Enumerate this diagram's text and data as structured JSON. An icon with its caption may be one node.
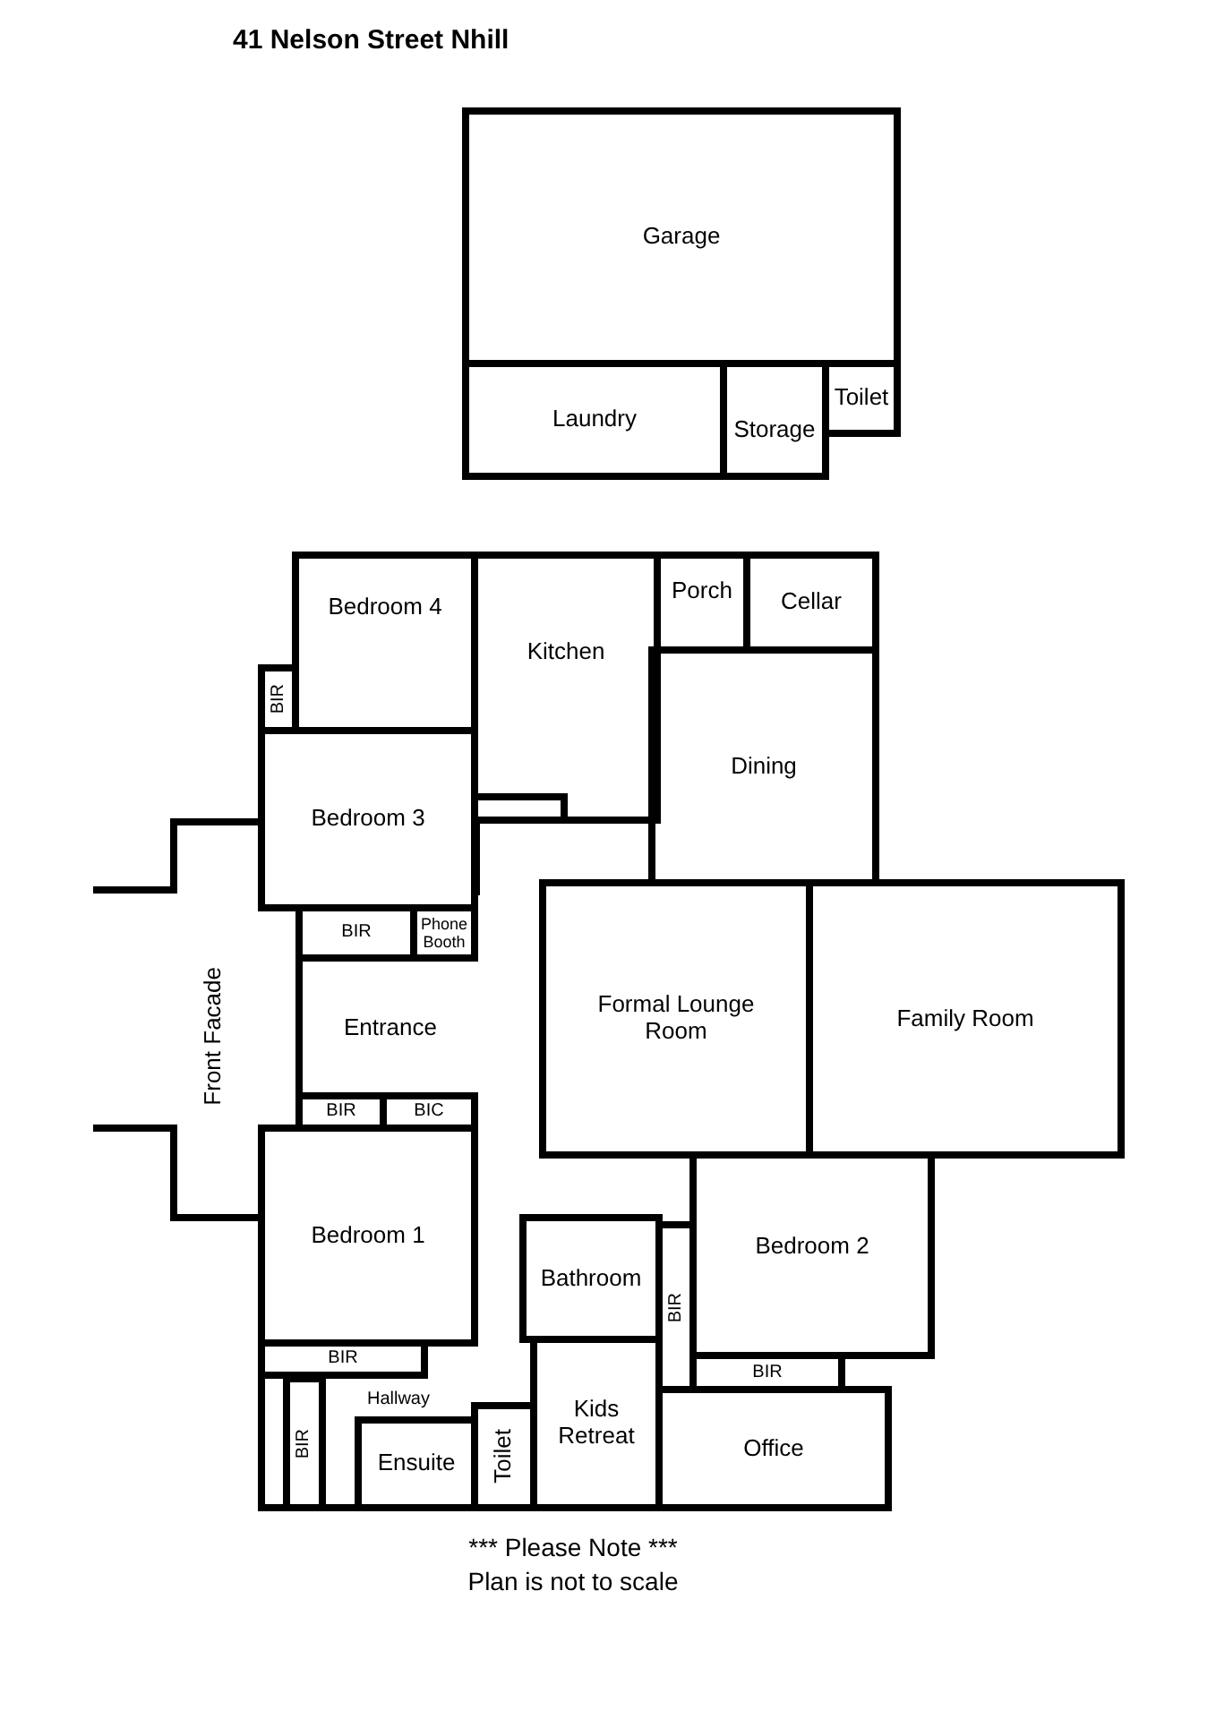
{
  "diagram": {
    "title": "41 Nelson Street Nhill",
    "nodes": [
      {
        "text": [
          "Garage"
        ]
      },
      {
        "text": [
          "Laundry"
        ]
      },
      {
        "text": [
          "Storage"
        ]
      },
      {
        "text": [
          "Toilet"
        ]
      },
      {
        "text": [
          "Bedroom 4"
        ]
      },
      {
        "text": [
          "Kitchen"
        ]
      },
      {
        "text": [
          "Porch"
        ]
      },
      {
        "text": [
          "Cellar"
        ]
      },
      {
        "text": [
          "BIR"
        ]
      },
      {
        "text": [
          "Dining"
        ]
      },
      {
        "text": [
          "Bedroom 3"
        ]
      },
      {
        "text": [
          "BIR"
        ]
      },
      {
        "text": [
          "Phone Booth"
        ]
      },
      {
        "text": [
          "Entrance"
        ]
      },
      {
        "text": [
          "Formal Lounge Room"
        ]
      },
      {
        "text": [
          "Family Room"
        ]
      },
      {
        "text": [
          "BIR"
        ]
      },
      {
        "text": [
          "BIC"
        ]
      },
      {
        "text": [
          "Bedroom 1"
        ]
      },
      {
        "text": [
          "Bathroom"
        ]
      },
      {
        "text": [
          "BIR"
        ]
      },
      {
        "text": [
          "Bedroom 2"
        ]
      },
      {
        "text": [
          "BIR"
        ]
      },
      {
        "text": [
          "BIR"
        ]
      },
      {
        "text": [
          "Hallway"
        ]
      },
      {
        "text": [
          "BIR"
        ]
      },
      {
        "text": [
          "Ensuite"
        ]
      },
      {
        "text": [
          "Toilet"
        ]
      },
      {
        "text": [
          "Kids Retreat"
        ]
      },
      {
        "text": [
          "Office"
        ]
      }
    ],
    "labels": [
      "Front Facade",
      "*** Please Note ***",
      "Plan is not to scale"
    ]
  }
}
